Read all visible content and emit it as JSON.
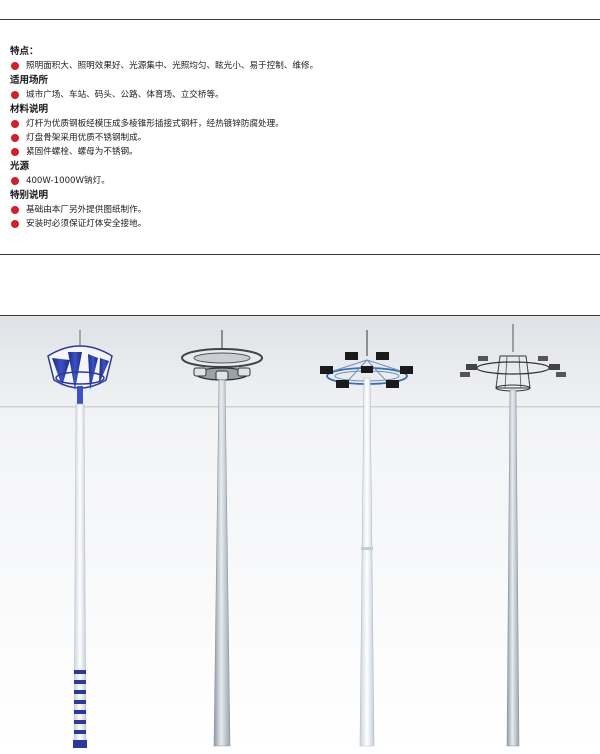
{
  "spec": {
    "sections": [
      {
        "title": "特点：",
        "items": [
          "照明面积大、照明效果好、光源集中、光照均匀、眩光小、易于控制、维修。"
        ]
      },
      {
        "title": "适用场所",
        "items": [
          "城市广场、车站、码头、公路、体育场、立交桥等。"
        ]
      },
      {
        "title": "材料说明",
        "items": [
          "灯杆为优质钢板经模压成多棱锥形插接式钢杆，经热镀锌防腐处理。",
          "灯盘骨架采用优质不锈钢制成。",
          "紧固件螺栓、螺母为不锈钢。"
        ]
      },
      {
        "title": "光源",
        "items": [
          "400W-1000W钠灯。"
        ]
      },
      {
        "title": "特别说明",
        "items": [
          "基础由本厂另外提供图纸制作。",
          "安装时必须保证灯体安全接地。"
        ]
      }
    ]
  },
  "colors": {
    "bullet": "#d0202a",
    "pole_blue": "#2b3a9a",
    "pole_steel": "#b8c0c8"
  },
  "illustration": {
    "poles": [
      {
        "name": "pole-blue-crown",
        "style": "crown-blue"
      },
      {
        "name": "pole-ring-disc",
        "style": "ring-disc"
      },
      {
        "name": "pole-flower-panels",
        "style": "flower-panels"
      },
      {
        "name": "pole-lift-ring",
        "style": "lift-ring"
      }
    ]
  }
}
